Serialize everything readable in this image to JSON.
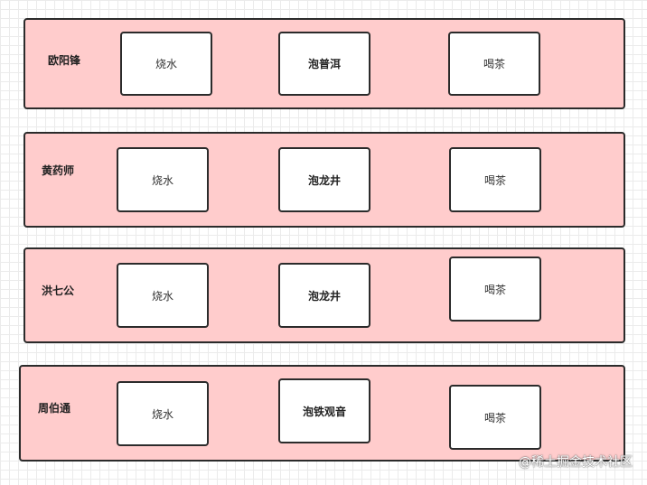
{
  "lanes": [
    {
      "label": "欧阳锋",
      "steps": [
        "烧水",
        "泡普洱",
        "喝茶"
      ]
    },
    {
      "label": "黄药师",
      "steps": [
        "烧水",
        "泡龙井",
        "喝茶"
      ]
    },
    {
      "label": "洪七公",
      "steps": [
        "烧水",
        "泡龙井",
        "喝茶"
      ]
    },
    {
      "label": "周伯通",
      "steps": [
        "烧水",
        "泡铁观音",
        "喝茶"
      ]
    }
  ],
  "watermark": "@稀土掘金技术社区",
  "colors": {
    "lane_fill": "#ffcccc",
    "border": "#2b2b2b",
    "box_fill": "#ffffff"
  }
}
